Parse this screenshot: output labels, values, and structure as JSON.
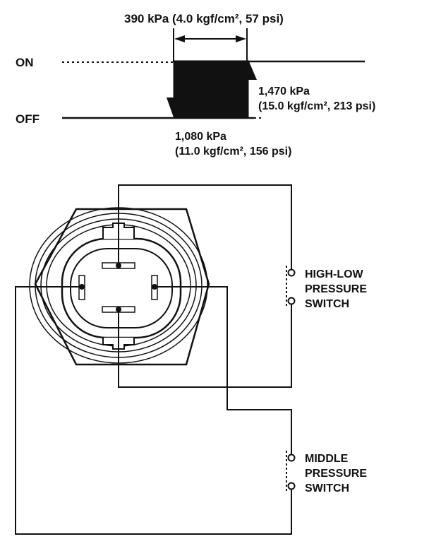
{
  "hysteresis": {
    "differential_label": "390 kPa (4.0 kgf/cm², 57 psi)",
    "on_label": "ON",
    "off_label": "OFF",
    "on_pressure_line1": "1,470 kPa",
    "on_pressure_line2": "(15.0 kgf/cm², 213 psi)",
    "off_pressure_line1": "1,080 kPa",
    "off_pressure_line2": "(11.0 kgf/cm², 156 psi)"
  },
  "switches": {
    "high_low": {
      "line1": "HIGH-LOW",
      "line2": "PRESSURE",
      "line3": "SWITCH"
    },
    "middle": {
      "line1": "MIDDLE",
      "line2": "PRESSURE",
      "line3": "SWITCH"
    }
  },
  "colors": {
    "ink": "#111111",
    "paper": "#ffffff"
  }
}
